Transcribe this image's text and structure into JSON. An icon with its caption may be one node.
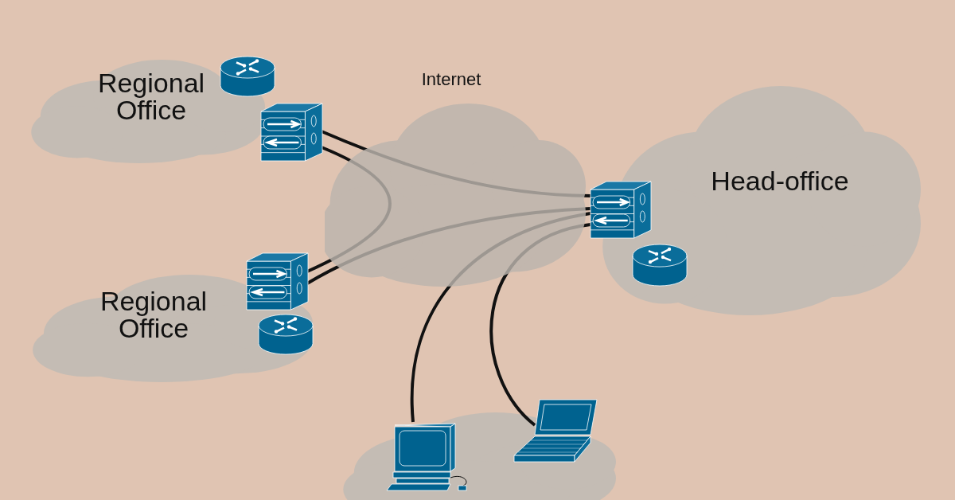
{
  "diagram": {
    "nodes": [
      {
        "text": [
          "Regional Office"
        ]
      },
      {
        "text": [],
        "shape": "picture"
      },
      {
        "text": [],
        "shape": "picture"
      },
      {
        "text": [
          "Head-office"
        ]
      },
      {
        "text": [],
        "shape": "picture"
      },
      {
        "text": [],
        "shape": "picture",
        "in": 3
      },
      {
        "text": [
          "Regional Office"
        ]
      },
      {
        "text": [],
        "shape": "picture"
      },
      {
        "text": [],
        "shape": "picture",
        "in": 6
      },
      {
        "text": [],
        "shape": "cloud"
      },
      {
        "text": [],
        "shape": "picture",
        "in": 9
      },
      {
        "text": [],
        "shape": "picture",
        "in": 9
      }
    ],
    "edges": [
      {
        "from": 2,
        "to": 4,
        "arrow": "none"
      },
      {
        "from": 2,
        "to": 7,
        "arrow": "none"
      },
      {
        "from": 7,
        "to": 4,
        "arrow": "none"
      },
      {
        "from": 10,
        "to": 4,
        "arrow": "none"
      },
      {
        "from": 11,
        "to": 4,
        "arrow": "none"
      }
    ],
    "labels": [
      "Internet"
    ]
  }
}
